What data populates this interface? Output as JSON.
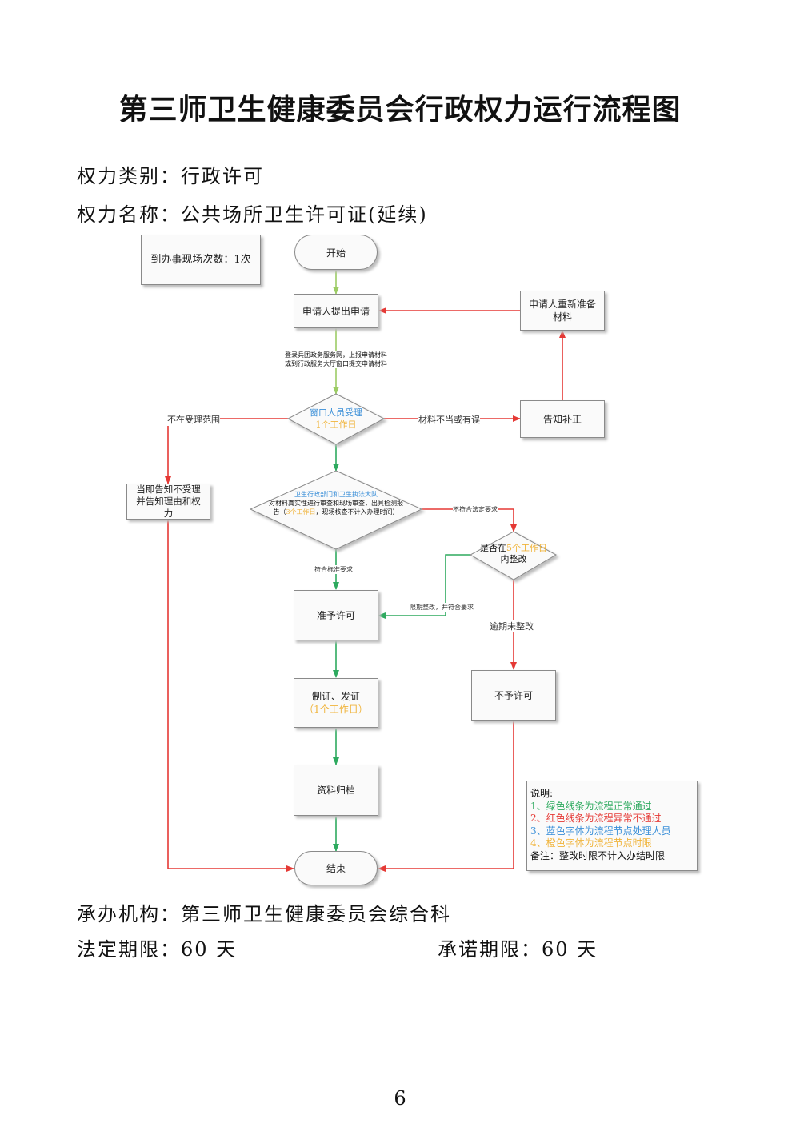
{
  "title": "第三师卫生健康委员会行政权力运行流程图",
  "power_category": {
    "label": "权力类别：",
    "value": "行政许可"
  },
  "power_name": {
    "label": "权力名称：",
    "value": "公共场所卫生许可证(延续)"
  },
  "visits": "到办事现场次数：1次",
  "nodes": {
    "start": "开始",
    "apply": "申请人提出申请",
    "reprepare": "申请人重新准备材料",
    "accept_person": "窗口人员受理",
    "accept_time": "1个工作日",
    "notify_fix": "告知补正",
    "reject_notice": "当即告知不受理并告知理由和权力",
    "review_person": "卫生行政部门和卫生执法大队",
    "review_text": "对材料真实性进行审查和现场审查，出具检测报告（",
    "review_time": "3个工作日",
    "review_text2": "，现场核查不计入办理时间）",
    "rectify_q1": "是否在",
    "rectify_time": "5个工作日",
    "rectify_q2": "内整改",
    "grant": "准予许可",
    "issue": "制证、发证",
    "issue_time": "（1个工作日）",
    "archive": "资料归档",
    "deny": "不予许可",
    "end": "结束"
  },
  "edge_labels": {
    "submit_1": "登录兵团政务服务网，上报申请材料",
    "submit_2": "或到行政服务大厅窗口提交申请材料",
    "out_of_scope": "不在受理范围",
    "materials_wrong": "材料不当或有误",
    "not_compliant": "不符合法定要求",
    "compliant": "符合标准要求",
    "rectified": "限期整改，并符合要求",
    "overdue": "逾期未整改"
  },
  "legend": {
    "heading": "说明:",
    "item1": "1、绿色线条为流程正常通过",
    "item2": "2、红色线条为流程异常不通过",
    "item3": "3、蓝色字体为流程节点处理人员",
    "item4": "4、橙色字体为流程节点时限",
    "note": "备注：整改时限不计入办结时限"
  },
  "colors": {
    "green": "#2eaa5f",
    "red": "#e53935",
    "light_green": "#9ccc65",
    "blue": "#3a8fd8",
    "orange": "#f0b43c"
  },
  "agency": {
    "label": "承办机构：",
    "value": "第三师卫生健康委员会综合科"
  },
  "legal_limit": {
    "label": "法定期限：",
    "value": "60 天"
  },
  "promised_limit": {
    "label": "承诺期限：",
    "value": "60 天"
  },
  "page_number": "6"
}
